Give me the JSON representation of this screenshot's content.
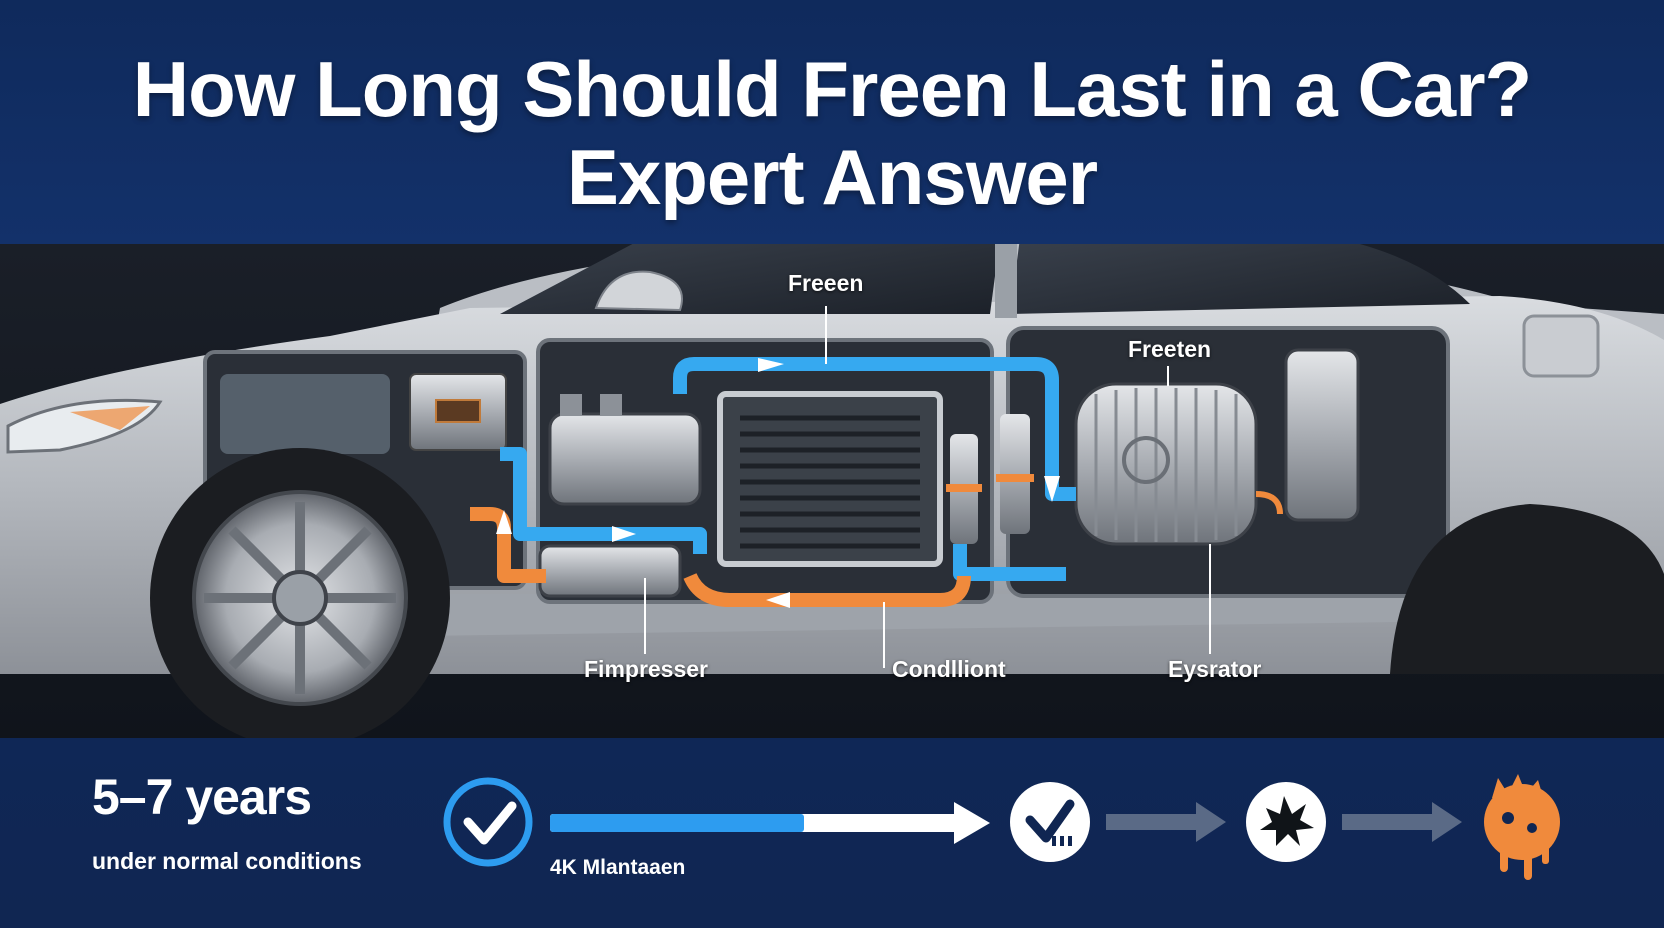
{
  "header": {
    "title_line_1": "How Long Should Freen Last in a Car?",
    "title_line_2": "Expert Answer"
  },
  "diagram": {
    "callouts": {
      "freen_top": "Freeen",
      "freen_right": "Freeten",
      "compressor": "Fimpresser",
      "condenser": "Condlliont",
      "evaporator": "Eysrator"
    },
    "colors": {
      "cold_line": "#36a9f0",
      "hot_line": "#f08a3c",
      "body_silver": "#b9bdc3",
      "background_navy": "#0f2550"
    }
  },
  "footer": {
    "lifespan_value": "5–7 years",
    "lifespan_caption": "under normal conditions",
    "maintenance_label": "4K Mlantaaen",
    "stages": [
      {
        "icon": "check-circle-icon",
        "state": "good"
      },
      {
        "icon": "check-badge-icon",
        "state": "ok"
      },
      {
        "icon": "splat-icon",
        "state": "degraded"
      },
      {
        "icon": "melting-icon",
        "state": "failed"
      }
    ],
    "colors": {
      "progress_fill": "#2d9cf0",
      "arrow_gray": "#5a6a86",
      "failed_orange": "#f08a3c"
    }
  }
}
